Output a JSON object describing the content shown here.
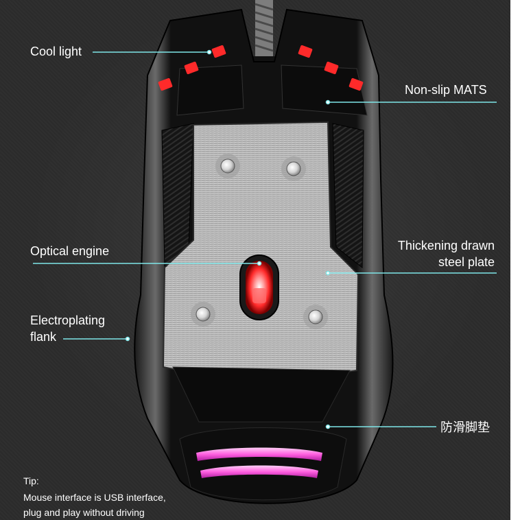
{
  "labels": {
    "cool_light": "Cool light",
    "non_slip_mats": "Non-slip MATS",
    "optical_engine": "Optical engine",
    "steel_plate_line1": "Thickening drawn",
    "steel_plate_line2": "steel plate",
    "flank_line1": "Electroplating",
    "flank_line2": "flank",
    "foot_pad": "防滑脚垫"
  },
  "tip": {
    "title": "Tip:",
    "line1": "Mouse interface is USB interface,",
    "line2": "plug and play without driving"
  },
  "colors": {
    "background": "#2c2c2c",
    "callout_line": "#7fe7e9",
    "led_red": "#ff2a2a",
    "led_pink": "#ff5fe0",
    "steel": "#b8b8b8"
  }
}
